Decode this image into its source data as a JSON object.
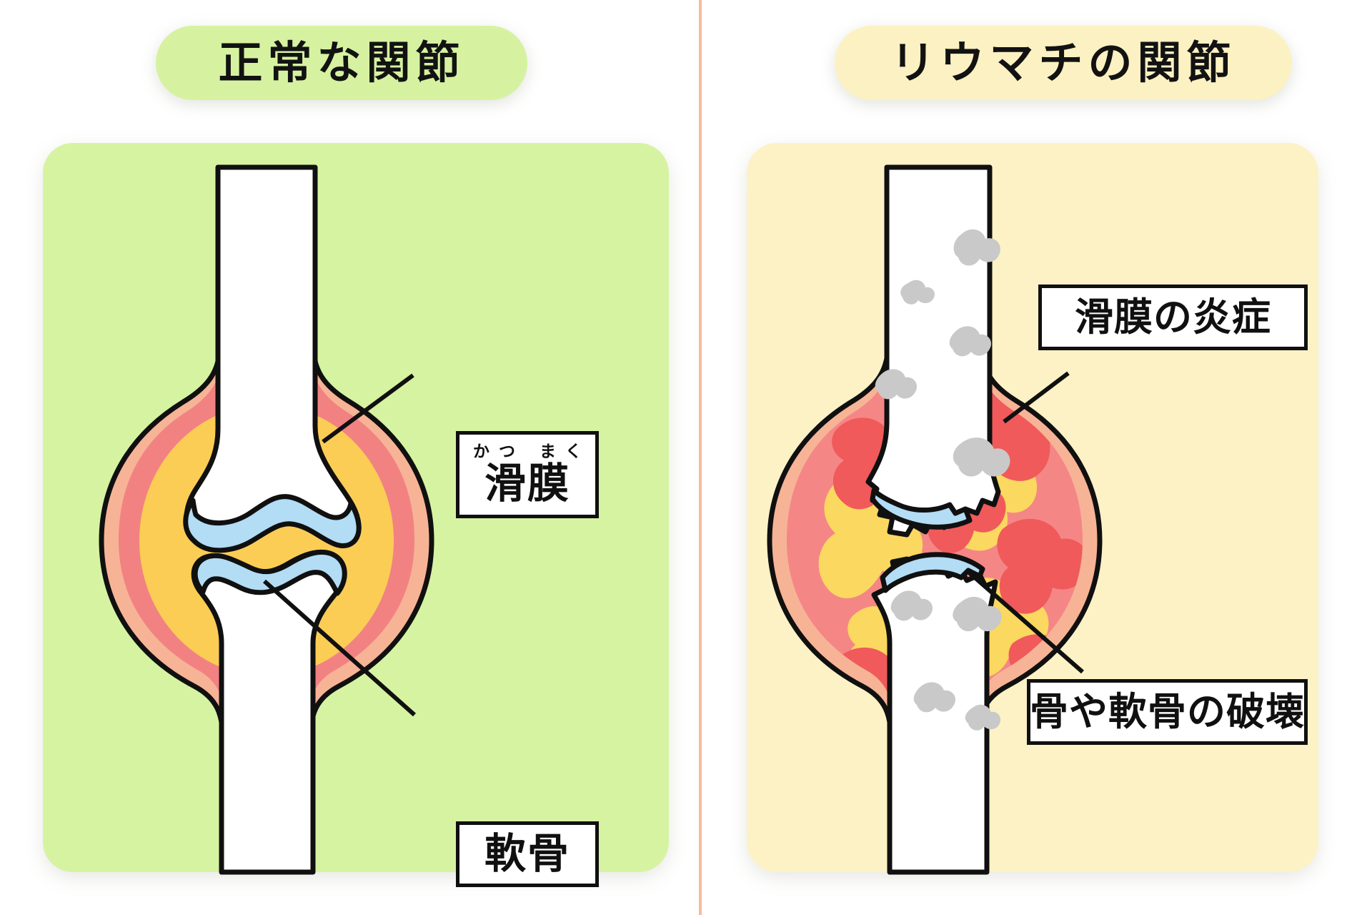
{
  "diagram": {
    "type": "medical-comparison-illustration",
    "subject": "joint-anatomy-normal-vs-rheumatoid",
    "divider_color": "#f6bb9d"
  },
  "left": {
    "title": "正常な関節",
    "title_pill_color": "#d6f2a0",
    "panel_color": "#d6f3a2",
    "labels": [
      {
        "id": "synovium",
        "ruby": "かつ まく",
        "text": "滑膜"
      },
      {
        "id": "cartilage",
        "ruby": "",
        "text": "軟骨"
      }
    ],
    "anatomy": {
      "bone_color": "#ffffff",
      "cartilage_color": "#b3dcf5",
      "synovial_fluid_color": "#fbcd55",
      "synovium_inner_color": "#f28282",
      "synovium_outer_color": "#f7b396",
      "outline_color": "#101010"
    }
  },
  "right": {
    "title": "リウマチの関節",
    "title_pill_color": "#fcf1c2",
    "panel_color": "#fdf2c6",
    "labels": [
      {
        "id": "synovitis",
        "ruby": "",
        "text": "滑膜の炎症"
      },
      {
        "id": "destruction",
        "ruby": "",
        "text": "骨や軟骨の破壊"
      }
    ],
    "anatomy": {
      "bone_color": "#ffffff",
      "bone_erosion_color": "#c9c9c9",
      "cartilage_color": "#b3dcf5",
      "synovial_fluid_color": "#fbcd55",
      "inflamed_synovium_color": "#f05a5a",
      "synovium_inner_color": "#f58686",
      "synovium_outer_color": "#f7b396",
      "outline_color": "#101010"
    }
  }
}
